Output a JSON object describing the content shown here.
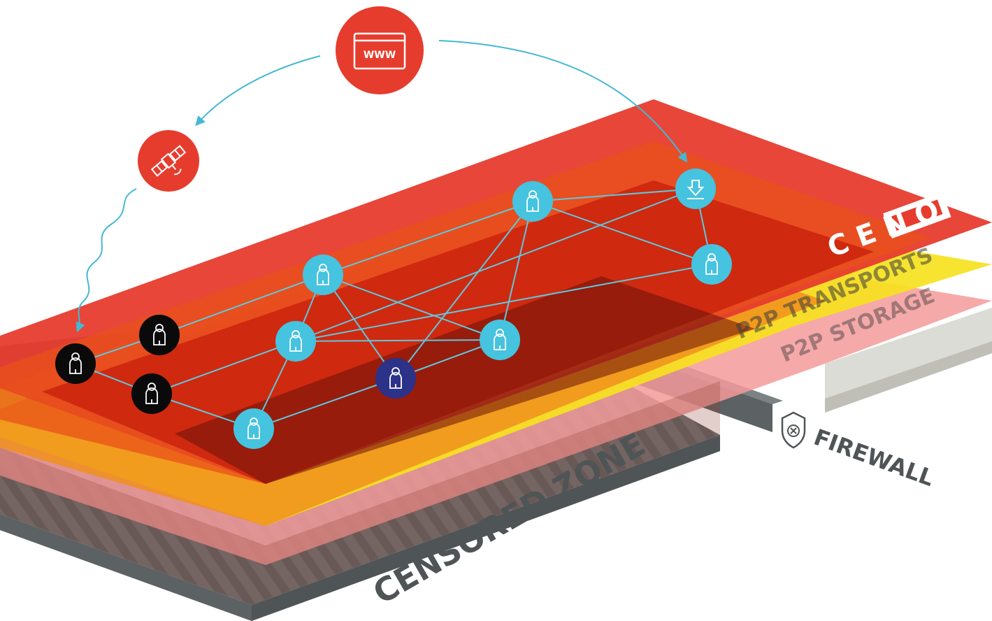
{
  "logo": {
    "text": "CENO"
  },
  "layers": {
    "transports": "P2P TRANSPORTS",
    "storage": "P2P STORAGE",
    "firewall": "FIREWALL",
    "censored_zone": "CENSORED ZONE"
  },
  "icons": {
    "web": "WWW",
    "satellite": "satellite-icon",
    "download": "download-icon",
    "shield": "shield-x-icon",
    "person": "person-icon"
  },
  "colors": {
    "red": "#e63c2e",
    "orange": "#e8521a",
    "deep_red": "#c8200c",
    "yellow": "#f6e21e",
    "pink": "#f59a9a",
    "light_gray": "#dcdcd6",
    "dark_gray": "#5c6163",
    "node_cyan": "#45c3df",
    "node_black": "#0a0a0a",
    "node_navy": "#2c3288",
    "link": "#5ec8de"
  }
}
